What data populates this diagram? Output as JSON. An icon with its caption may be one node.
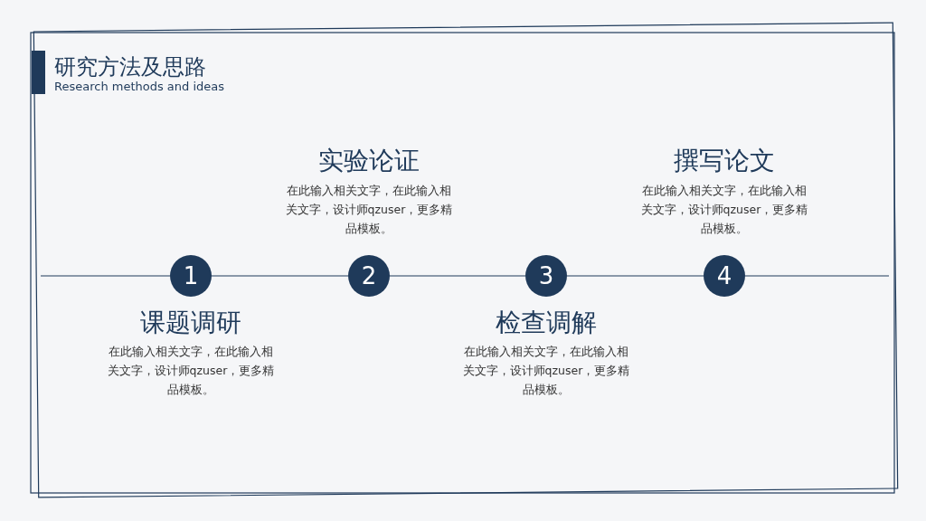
{
  "diagram": {
    "title": "研究方法及思路",
    "nodes": [
      {
        "text": [
          "1"
        ],
        "beside": [
          "课题调研",
          "在此输入相关文字，在此输入相关文字，设计师qzuser，更多精品模板。"
        ]
      },
      {
        "text": [
          "2"
        ],
        "beside": [
          "实验论证",
          "在此输入相关文字，在此输入相关文字，设计师qzuser，更多精品模板。"
        ]
      },
      {
        "text": [
          "3"
        ],
        "beside": [
          "检查调解",
          "在此输入相关文字，在此输入相关文字，设计师qzuser，更多精品模板。"
        ]
      },
      {
        "text": [
          "4"
        ],
        "beside": [
          "撰写论文",
          "在此输入相关文字，在此输入相关文字，设计师qzuser，更多精品模板。"
        ]
      }
    ],
    "edges": [
      {
        "from": 0,
        "to": 1,
        "arrow": "none"
      },
      {
        "from": 1,
        "to": 2,
        "arrow": "none"
      },
      {
        "from": 2,
        "to": 3,
        "arrow": "none"
      }
    ],
    "labels": [
      "Research methods and ideas"
    ]
  }
}
